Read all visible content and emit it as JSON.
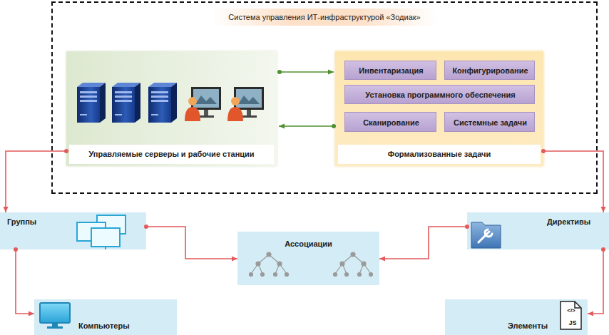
{
  "diagram": {
    "nodes": [
      {
        "text": [
          "Система управления ИТ-инфраструктурой «Зодиак»"
        ]
      },
      {
        "text": [
          "Управляемые серверы и рабочие станции"
        ],
        "in": 0
      },
      {
        "text": [
          "Формализованные задачи"
        ],
        "in": 0
      },
      {
        "text": [
          "Инвентаризация"
        ],
        "in": 2
      },
      {
        "text": [
          "Конфигурирование"
        ],
        "in": 2
      },
      {
        "text": [
          "Установка программного обеспечения"
        ],
        "in": 2
      },
      {
        "text": [
          "Сканирование"
        ],
        "in": 2
      },
      {
        "text": [
          "Системные задачи"
        ],
        "in": 2
      },
      {
        "text": [
          "Группы"
        ]
      },
      {
        "text": [
          "Директивы"
        ]
      },
      {
        "text": [
          "Ассоциации"
        ]
      },
      {
        "text": [
          "Компьютеры"
        ]
      },
      {
        "text": [
          "Элементы"
        ]
      }
    ],
    "edges": [
      {
        "from": 1,
        "to": 2,
        "arrow": "to"
      },
      {
        "from": 2,
        "to": 1,
        "arrow": "to"
      },
      {
        "from": 1,
        "to": 8,
        "arrow": "to"
      },
      {
        "from": 8,
        "to": 11,
        "arrow": "to"
      },
      {
        "from": 8,
        "to": 10,
        "arrow": "to"
      },
      {
        "from": 2,
        "to": 9,
        "arrow": "to"
      },
      {
        "from": 9,
        "to": 10,
        "arrow": "to"
      },
      {
        "from": 9,
        "to": 12,
        "arrow": "to"
      }
    ],
    "labels": [
      "</>",
      "JS"
    ]
  }
}
